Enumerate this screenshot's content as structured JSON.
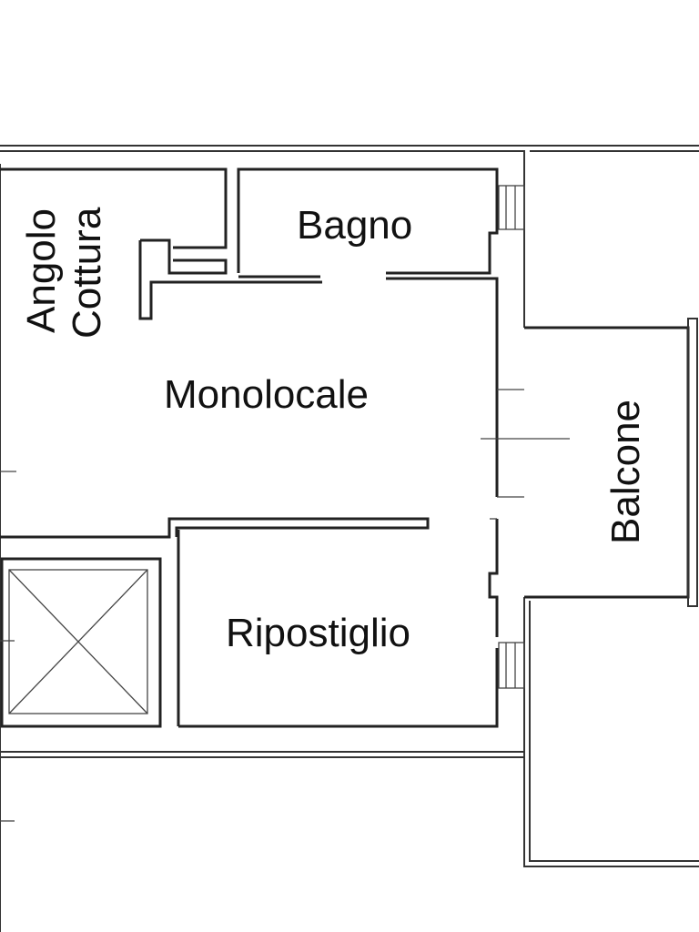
{
  "rooms": {
    "kitchen_line1": "Angolo",
    "kitchen_line2": "Cottura",
    "bathroom": "Bagno",
    "studio": "Monolocale",
    "balcony": "Balcone",
    "storage": "Ripostiglio"
  }
}
